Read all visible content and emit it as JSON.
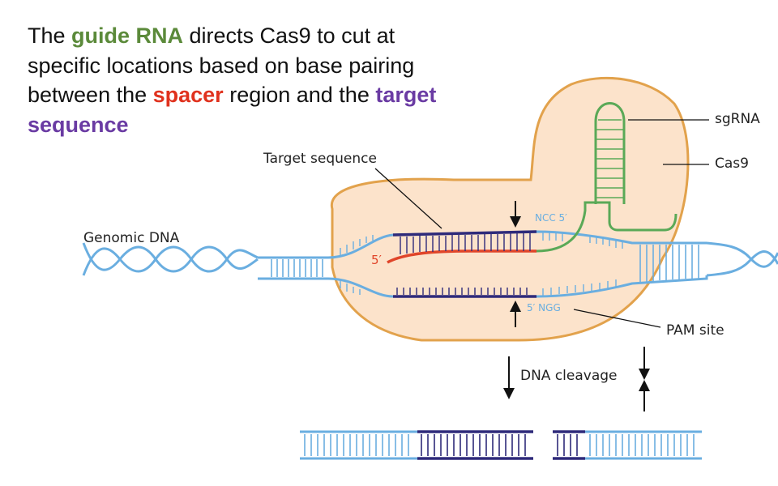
{
  "headline": {
    "part1": "The ",
    "guide": "guide RNA",
    "part2": " directs Cas9 to cut at specific locations based on base pairing between the ",
    "spacer": "spacer",
    "part3": " region and the ",
    "target": "target sequence"
  },
  "labels": {
    "target_sequence": "Target sequence",
    "genomic_dna": "Genomic DNA",
    "sgrna": "sgRNA",
    "cas9": "Cas9",
    "pam_site": "PAM site",
    "dna_cleavage": "DNA cleavage",
    "ncc": "NCC 5′",
    "ngg": "5′ NGG",
    "five_prime": "5′"
  },
  "colors": {
    "guide_green": "#5b8a3a",
    "spacer_red": "#e0321e",
    "target_purple": "#6a3ba3",
    "dna_blue": "#6aaee0",
    "target_dark": "#2e2a7a",
    "rna_red": "#e0452a",
    "sgrna_green": "#5aa957",
    "cas9_fill": "#fce3cb",
    "cas9_stroke": "#e2a24c"
  }
}
